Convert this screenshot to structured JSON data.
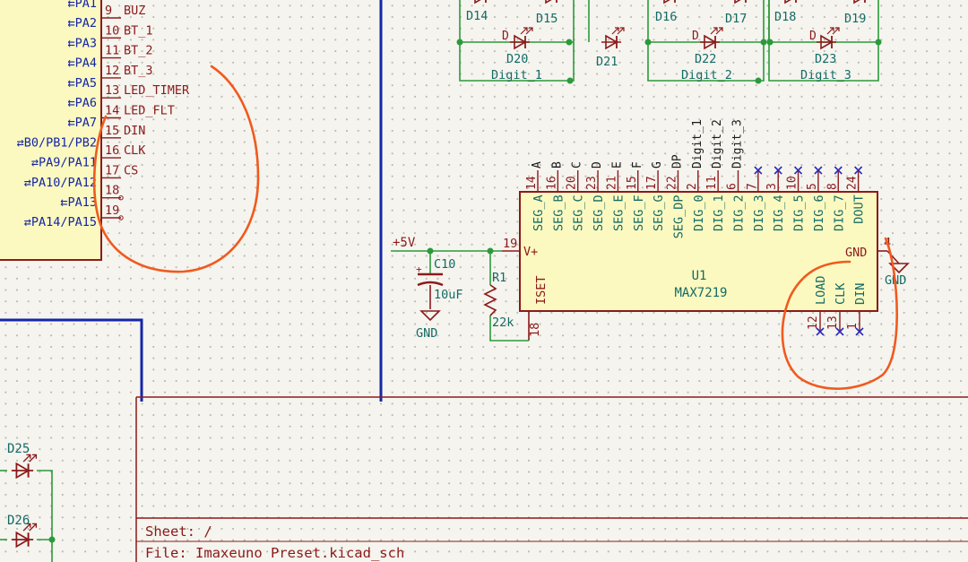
{
  "mcu": {
    "port_labels": [
      "PA1",
      "PA2",
      "PA3",
      "PA4",
      "PA5",
      "PA6",
      "PA7",
      "B0/PB1/PB2",
      "PA9/PA11",
      "PA10/PA12",
      "PA13",
      "PA14/PA15"
    ],
    "pin_numbers": [
      "9",
      "10",
      "11",
      "12",
      "13",
      "14",
      "15",
      "16",
      "17",
      "18",
      "19"
    ],
    "pin_names": [
      "BUZ",
      "BT_1",
      "BT_2",
      "BT_3",
      "LED_TIMER",
      "LED_FLT",
      "DIN",
      "CLK",
      "CS"
    ]
  },
  "digits": {
    "leds_top": [
      "D14",
      "D15",
      "D16",
      "D17",
      "D18",
      "D19"
    ],
    "leds_mid": [
      "D20",
      "D21",
      "D22",
      "D23"
    ],
    "labels": [
      "Digit_1",
      "Digit_2",
      "Digit_3"
    ],
    "indicator_prefix": "D"
  },
  "u1": {
    "ref": "U1",
    "value": "MAX7219",
    "top_pin_numbers": [
      "14",
      "16",
      "20",
      "23",
      "21",
      "15",
      "17",
      "22",
      "2",
      "11",
      "6",
      "7",
      "3",
      "10",
      "5",
      "8",
      "24"
    ],
    "top_pin_names": [
      "SEG_A",
      "SEG_B",
      "SEG_C",
      "SEG_D",
      "SEG_E",
      "SEG_F",
      "SEG_G",
      "SEG_DP",
      "DIG_0",
      "DIG_1",
      "DIG_2",
      "DIG_3",
      "DIG_4",
      "DIG_5",
      "DIG_6",
      "DIG_7",
      "DOUT"
    ],
    "net_labels": [
      "A",
      "B",
      "C",
      "D",
      "E",
      "F",
      "G",
      "DP",
      "Digit_1",
      "Digit_2",
      "Digit_3"
    ],
    "left_pins": [
      {
        "num": "19",
        "name": "V+"
      },
      {
        "num": "18",
        "name": "ISET"
      }
    ],
    "right_pin": {
      "num": "4",
      "name": "GND"
    },
    "bottom_pins": [
      {
        "num": "12",
        "name": "LOAD"
      },
      {
        "num": "13",
        "name": "CLK"
      },
      {
        "num": "1",
        "name": "DIN"
      }
    ]
  },
  "power": {
    "vcc_label": "+5V",
    "gnd_label": "GND",
    "gnd_label_right": "GND"
  },
  "c10": {
    "ref": "C10",
    "value": "10uF"
  },
  "r1": {
    "ref": "R1",
    "value": "22k"
  },
  "bottom_leds": [
    "D25",
    "D26"
  ],
  "sheet": {
    "name_line": "Sheet: /",
    "file_line": "File: Imaxeuno Preset.kicad_sch"
  },
  "colors": {
    "background": "#f5f4ef",
    "wire": "#2b9a3a",
    "bus": "#1526a6",
    "symbol_body": "#fbf9c0",
    "symbol_border": "#8b1a1a",
    "pin_text": "#8b1a1a",
    "label_text": "#146a64",
    "annotation": "#f05a1e",
    "no_connect": "#2b2bb8"
  }
}
